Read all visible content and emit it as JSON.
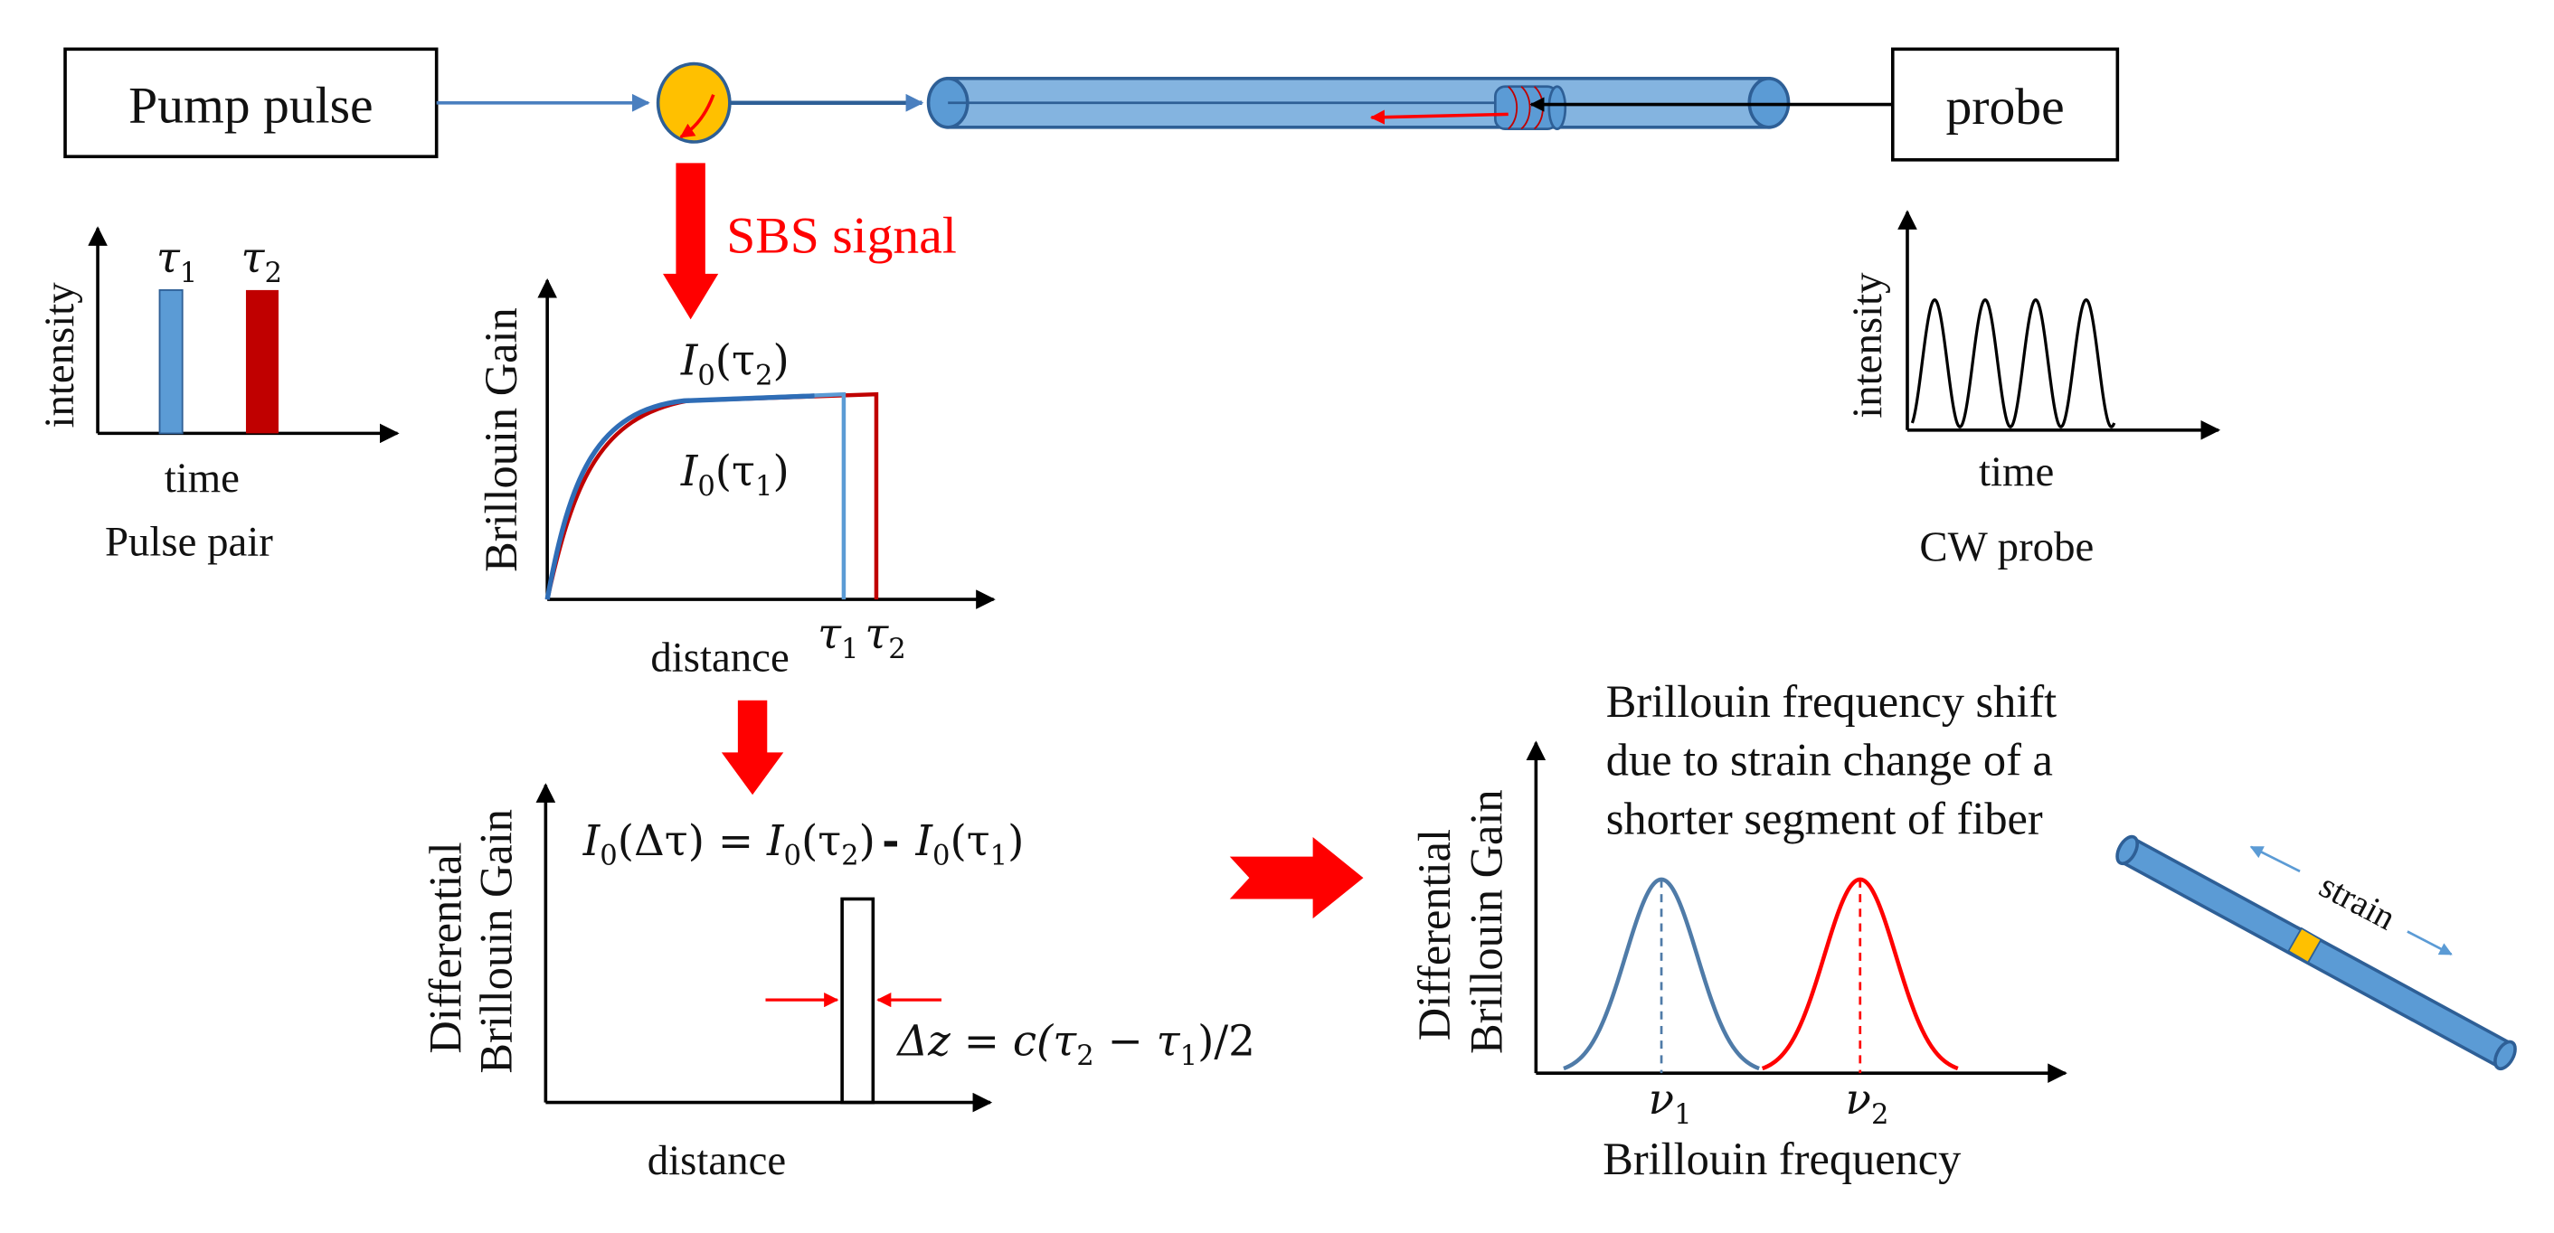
{
  "boxes": {
    "pump": "Pump pulse",
    "probe": "probe"
  },
  "sbs_label": "SBS signal",
  "pulse_pair": {
    "ylabel": "intensity",
    "xlabel": "time",
    "caption": "Pulse pair",
    "t1": "τ",
    "t1_sub": "1",
    "t2": "τ",
    "t2_sub": "2"
  },
  "cw_probe": {
    "ylabel": "intensity",
    "xlabel": "time",
    "caption": "CW probe"
  },
  "gain": {
    "ylabel": "Brillouin Gain",
    "xlabel": "distance",
    "curve_t2": {
      "pre": "I",
      "sub": "0",
      "arg": "(τ",
      "arg_sub": "2",
      "close": ")"
    },
    "curve_t1": {
      "pre": "I",
      "sub": "0",
      "arg": "(τ",
      "arg_sub": "1",
      "close": ")"
    },
    "tick_t1": "τ",
    "tick_t1_sub": "1",
    "tick_t2": "τ",
    "tick_t2_sub": "2"
  },
  "diff": {
    "ylabel_1": "Differential",
    "ylabel_2": "Brillouin Gain",
    "xlabel": "distance",
    "eq": {
      "a": "I",
      "a_sub": "0",
      "a_arg": "(Δτ) = ",
      "b": "I",
      "b_sub": "0",
      "b_arg": "(τ",
      "b_arg_sub": "2",
      "b_close": ")",
      "minus": "-",
      "c": "I",
      "c_sub": "0",
      "c_arg": "(τ",
      "c_arg_sub": "1",
      "c_close": ")"
    },
    "dz": {
      "lhs": "Δz = c(τ",
      "s2": "2",
      "mid": " − τ",
      "s1": "1",
      "rhs": ")/2"
    }
  },
  "shift": {
    "title_1": "Brillouin frequency shift",
    "title_2": "due to strain change of a",
    "title_3": "shorter segment of fiber",
    "ylabel_1": "Differential",
    "ylabel_2": "Brillouin Gain",
    "xlabel": "Brillouin frequency",
    "v1": "ν",
    "v1_sub": "1",
    "v2": "ν",
    "v2_sub": "2"
  },
  "strain_label": "strain",
  "colors": {
    "fiber_fill": "#5b9bd5",
    "fiber_stroke": "#2e5f96",
    "blue_line": "#4a7fbf",
    "bar_blue": "#5b9bd5",
    "bar_red": "#c00000",
    "red": "#ff0000",
    "curve_blue": "#2f6db6",
    "curve_red": "#c00000",
    "circulator": "#ffc000",
    "segment": "#ffc000",
    "pulse_steel": "#4f7ba8"
  }
}
